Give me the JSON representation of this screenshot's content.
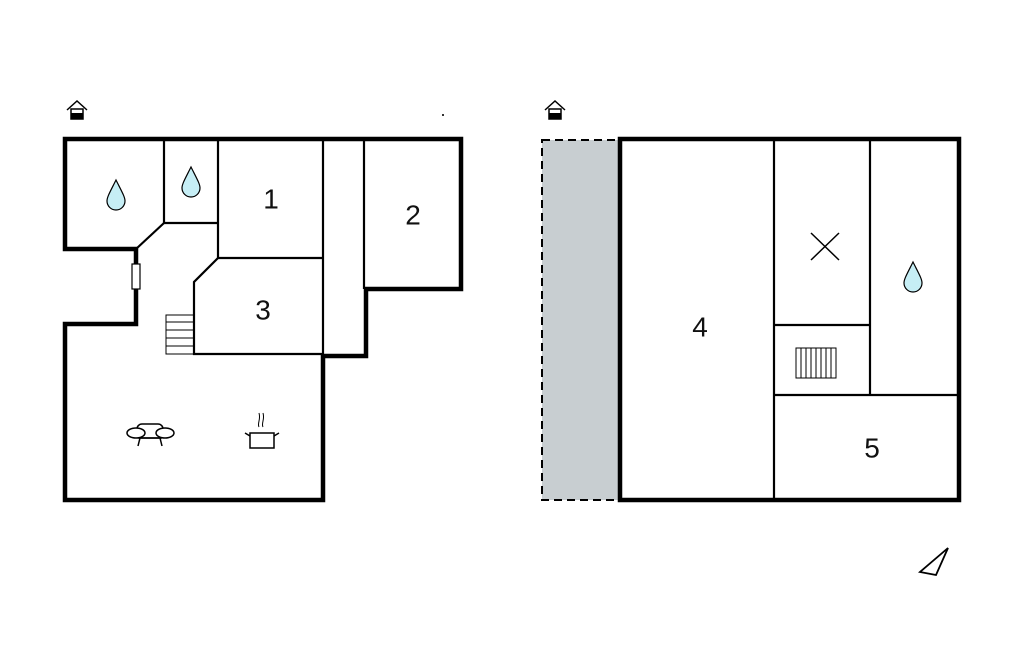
{
  "floors": [
    {
      "name": "ground-floor",
      "rooms": [
        {
          "label": "1",
          "type": "bedroom"
        },
        {
          "label": "2",
          "type": "bedroom"
        },
        {
          "label": "3",
          "type": "bedroom"
        }
      ],
      "icons": [
        "entrance-icon",
        "water-drop-icon",
        "water-drop-icon",
        "stairs-icon",
        "sofa-icon",
        "cooking-pot-icon",
        "window-icon"
      ]
    },
    {
      "name": "upper-floor",
      "rooms": [
        {
          "label": "4",
          "type": "bedroom"
        },
        {
          "label": "5",
          "type": "bedroom"
        }
      ],
      "icons": [
        "entrance-icon",
        "water-drop-icon",
        "cross-icon",
        "stairs-icon",
        "compass-icon"
      ]
    }
  ],
  "colors": {
    "wall": "#000000",
    "water": "#c6eef5",
    "terrace": "#c8ced1"
  }
}
